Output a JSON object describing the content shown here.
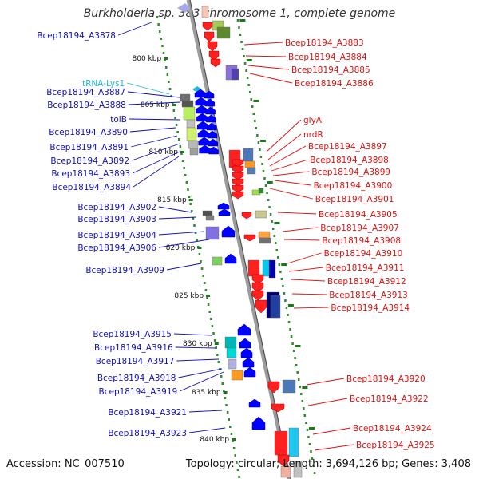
{
  "header": {
    "title": "Burkholderia sp. 383 chromosome 1, complete genome"
  },
  "footer": {
    "accession": "Accession: NC_007510",
    "topology": "Topology: circular; Length: 3,694,126 bp; Genes: 3,408"
  },
  "colors": {
    "axis": "#8a8a8a",
    "ticks": "#2e8b2e",
    "left_labels": "#1010b8",
    "right_labels": "#e01010",
    "trna": "#20b8d8"
  },
  "ruler": [
    "800 kbp",
    "805 kbp",
    "810 kbp",
    "815 kbp",
    "820 kbp",
    "825 kbp",
    "830 kbp",
    "835 kbp",
    "840 kbp"
  ],
  "left_genes": [
    {
      "label": "Bcep18194_A3878"
    },
    {
      "label": "tRNA-Lys1",
      "type": "trna"
    },
    {
      "label": "Bcep18194_A3887"
    },
    {
      "label": "Bcep18194_A3888"
    },
    {
      "label": "tolB"
    },
    {
      "label": "Bcep18194_A3890"
    },
    {
      "label": "Bcep18194_A3891"
    },
    {
      "label": "Bcep18194_A3892"
    },
    {
      "label": "Bcep18194_A3893"
    },
    {
      "label": "Bcep18194_A3894"
    },
    {
      "label": "Bcep18194_A3902"
    },
    {
      "label": "Bcep18194_A3903"
    },
    {
      "label": "Bcep18194_A3904"
    },
    {
      "label": "Bcep18194_A3906"
    },
    {
      "label": "Bcep18194_A3909"
    },
    {
      "label": "Bcep18194_A3915"
    },
    {
      "label": "Bcep18194_A3916"
    },
    {
      "label": "Bcep18194_A3917"
    },
    {
      "label": "Bcep18194_A3918"
    },
    {
      "label": "Bcep18194_A3919"
    },
    {
      "label": "Bcep18194_A3921"
    },
    {
      "label": "Bcep18194_A3923"
    }
  ],
  "right_genes": [
    {
      "label": "Bcep18194_A3883"
    },
    {
      "label": "Bcep18194_A3884"
    },
    {
      "label": "Bcep18194_A3885"
    },
    {
      "label": "Bcep18194_A3886"
    },
    {
      "label": "glyA"
    },
    {
      "label": "nrdR"
    },
    {
      "label": "Bcep18194_A3897"
    },
    {
      "label": "Bcep18194_A3898"
    },
    {
      "label": "Bcep18194_A3899"
    },
    {
      "label": "Bcep18194_A3900"
    },
    {
      "label": "Bcep18194_A3901"
    },
    {
      "label": "Bcep18194_A3905"
    },
    {
      "label": "Bcep18194_A3907"
    },
    {
      "label": "Bcep18194_A3908"
    },
    {
      "label": "Bcep18194_A3910"
    },
    {
      "label": "Bcep18194_A3911"
    },
    {
      "label": "Bcep18194_A3912"
    },
    {
      "label": "Bcep18194_A3913"
    },
    {
      "label": "Bcep18194_A3914"
    },
    {
      "label": "Bcep18194_A3920"
    },
    {
      "label": "Bcep18194_A3922"
    },
    {
      "label": "Bcep18194_A3924"
    },
    {
      "label": "Bcep18194_A3925"
    }
  ]
}
